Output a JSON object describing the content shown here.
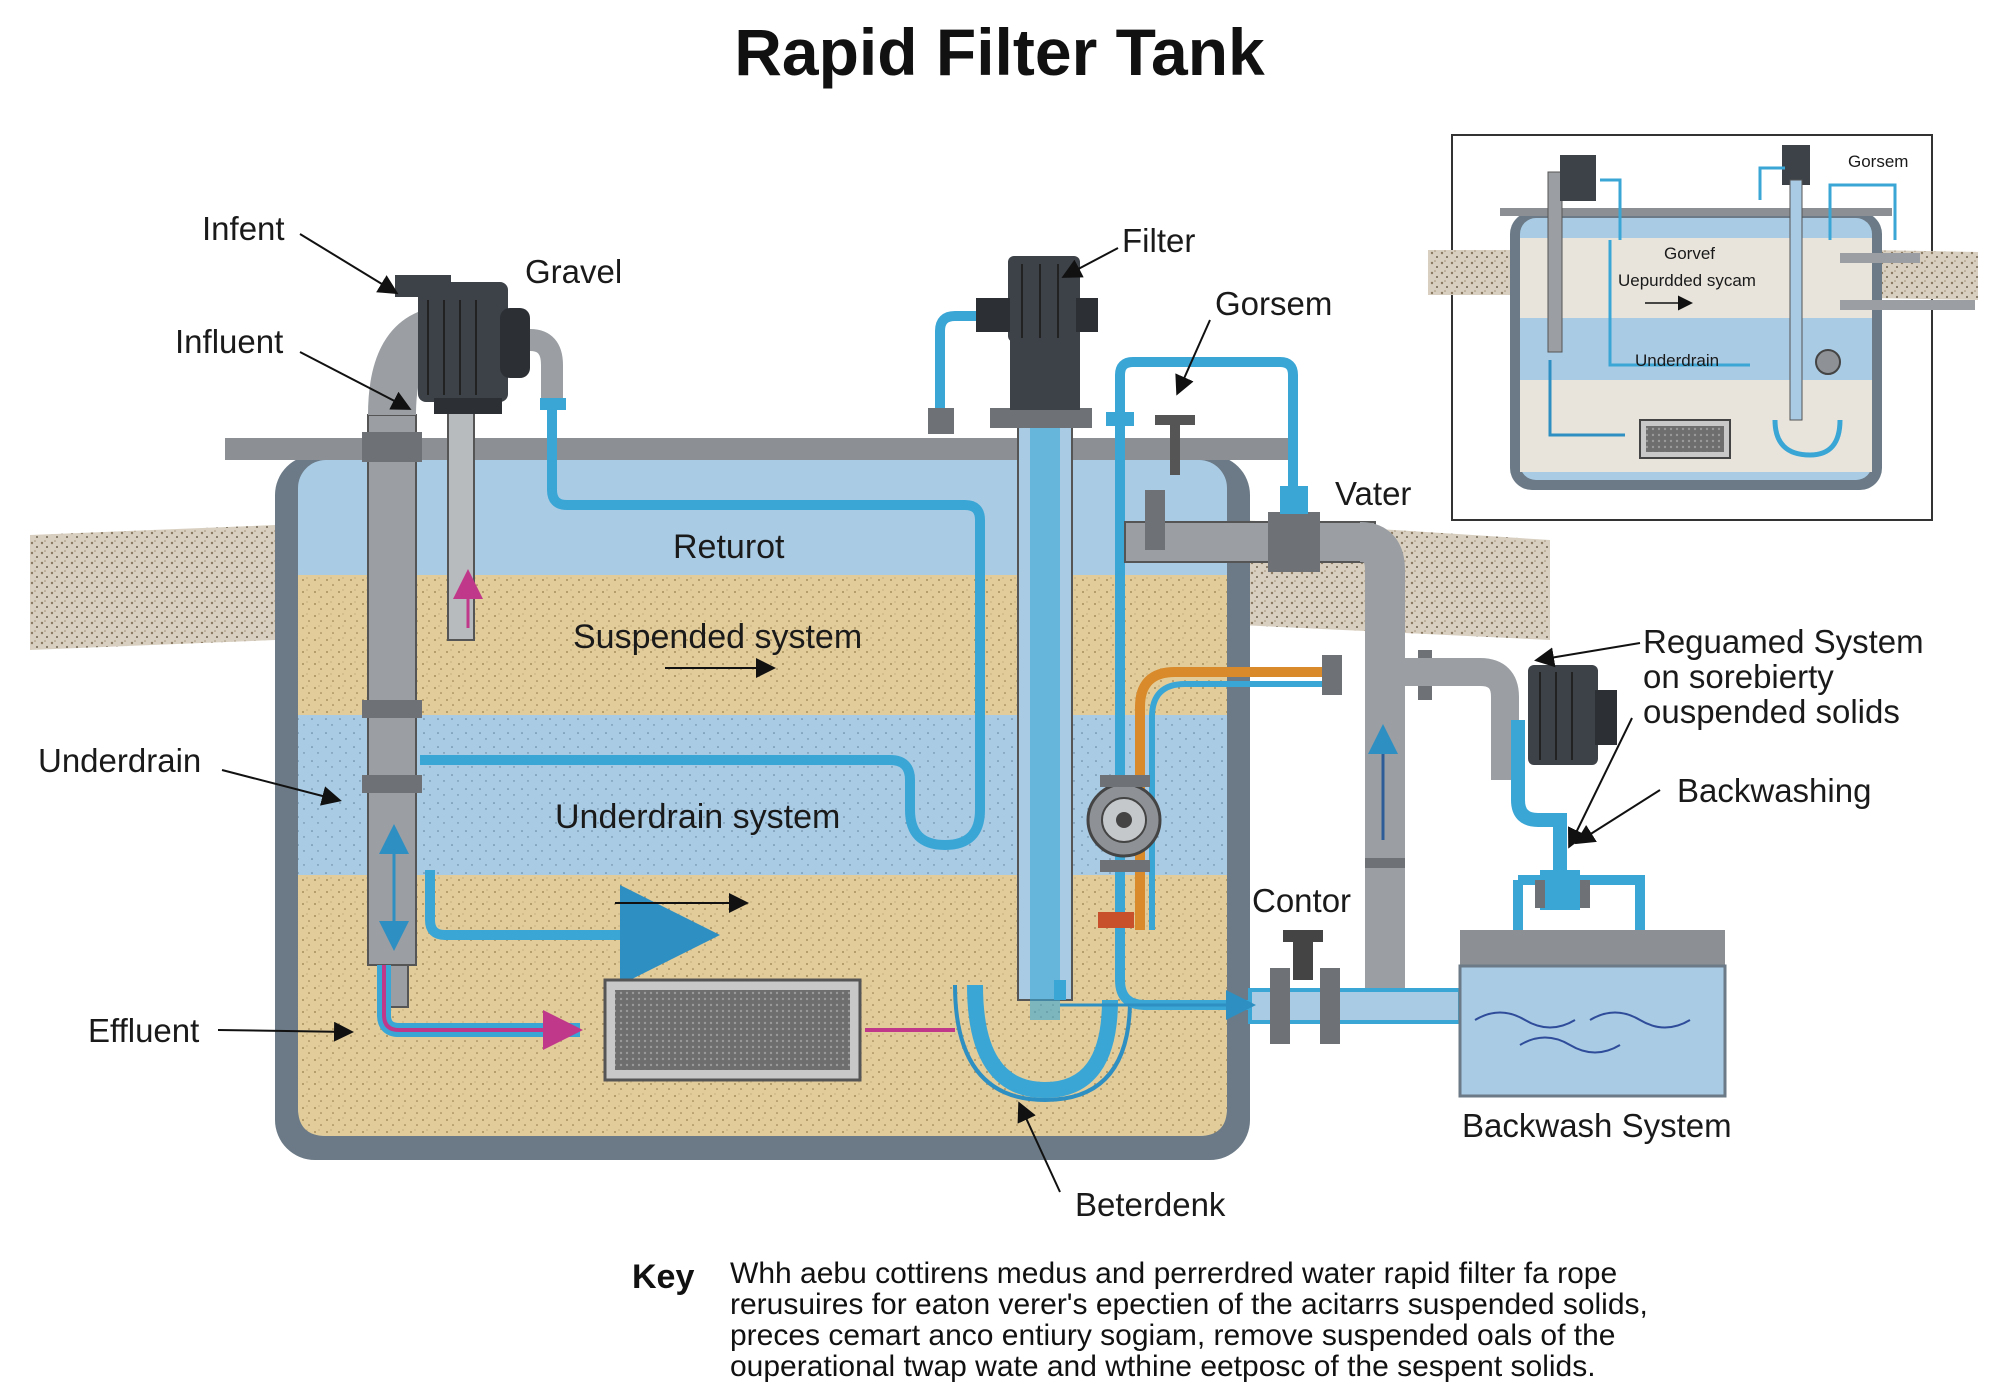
{
  "title": "Rapid Filter Tank",
  "labels": {
    "infent": "Infent",
    "gravel": "Gravel",
    "influent": "Influent",
    "filter": "Filter",
    "gorsem": "Gorsem",
    "vater": "Vater",
    "returot": "Returot",
    "suspended_system": "Suspended system",
    "underdrain": "Underdrain",
    "underdrain_system": "Underdrain system",
    "effluent": "Effluent",
    "contor": "Contor",
    "beterdenk": "Beterdenk",
    "reguamed_line1": "Reguamed System",
    "reguamed_line2": "on sorebierty",
    "reguamed_line3": "ouspended solids",
    "backwashing": "Backwashing",
    "backwash_system": "Backwash System"
  },
  "inset": {
    "gorsem": "Gorsem",
    "gorvef": "Gorvef",
    "suspended": "Uepurdded sycam",
    "underdrain": "Underdrain"
  },
  "key": {
    "title": "Key",
    "lines": [
      "Whh aebu cottirens medus and perrerdred water rapid filter  fa rope",
      "rerusuires for eaton verer's epectien of the acitarrs suspended solids,",
      "preces cemart anco entiury sogiam, remove suspended oals of the",
      "ouperational twap wate and wthine eetposc of the sespent solids."
    ]
  },
  "colors": {
    "water": "#a9cbe4",
    "gravel": "#e2cc9a",
    "pipe_blue": "#3aa6d6",
    "pipe_grey": "#9b9fa3",
    "tank_wall": "#6b7a86",
    "orange_pipe": "#d98a2b",
    "magenta_arrow": "#c0388a"
  }
}
